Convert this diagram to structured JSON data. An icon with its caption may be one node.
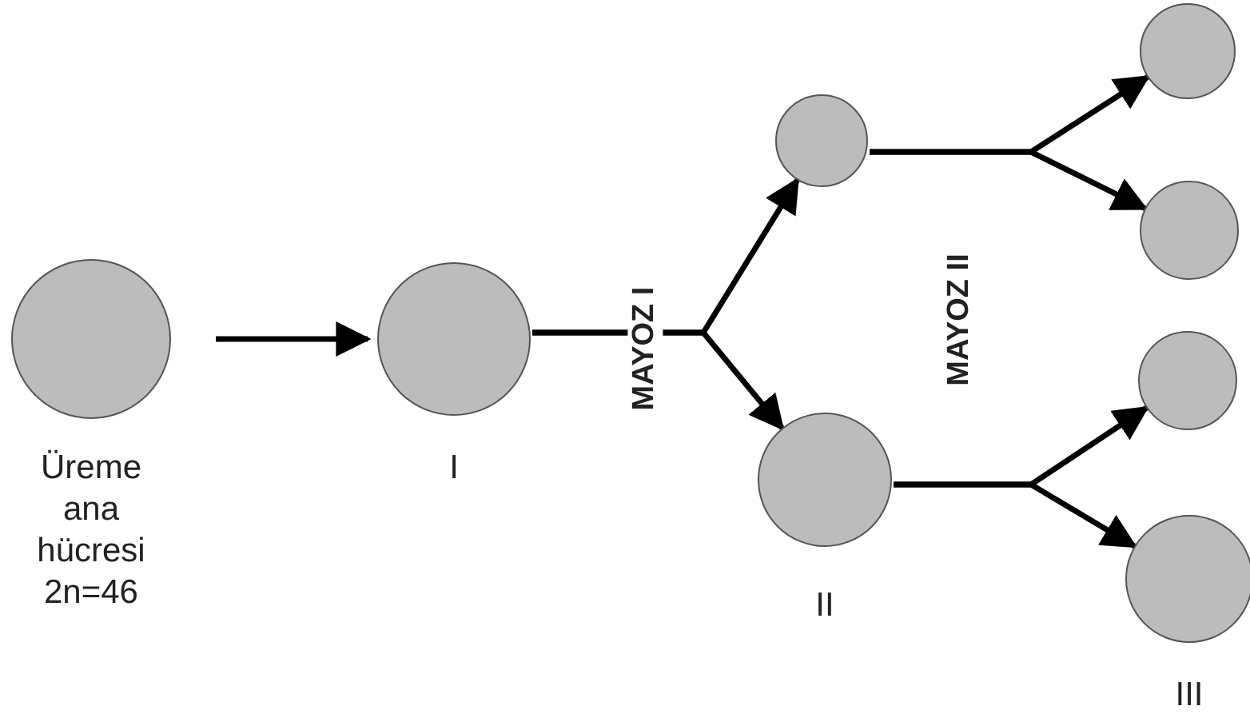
{
  "diagram": {
    "nodes": [
      {
        "text": [],
        "shape": "circle",
        "beside": [
          "Üreme ana hücresi 2n=46"
        ]
      },
      {
        "text": [],
        "shape": "circle",
        "beside": [
          "I"
        ]
      },
      {
        "text": [],
        "shape": "circle"
      },
      {
        "text": [],
        "shape": "circle",
        "beside": [
          "II"
        ]
      },
      {
        "text": [],
        "shape": "circle"
      },
      {
        "text": [],
        "shape": "circle"
      },
      {
        "text": [],
        "shape": "circle"
      },
      {
        "text": [],
        "shape": "circle",
        "beside": [
          "III"
        ]
      }
    ],
    "edges": [
      {
        "from": 0,
        "to": 1,
        "arrow": "to"
      },
      {
        "from": 1,
        "to": 2,
        "arrow": "to"
      },
      {
        "from": 1,
        "to": 3,
        "arrow": "to"
      },
      {
        "from": 2,
        "to": 4,
        "arrow": "to"
      },
      {
        "from": 2,
        "to": 5,
        "arrow": "to"
      },
      {
        "from": 3,
        "to": 6,
        "arrow": "to"
      },
      {
        "from": 3,
        "to": 7,
        "arrow": "to"
      }
    ],
    "labels": [
      "MAYOZ I",
      "MAYOZ II"
    ]
  }
}
